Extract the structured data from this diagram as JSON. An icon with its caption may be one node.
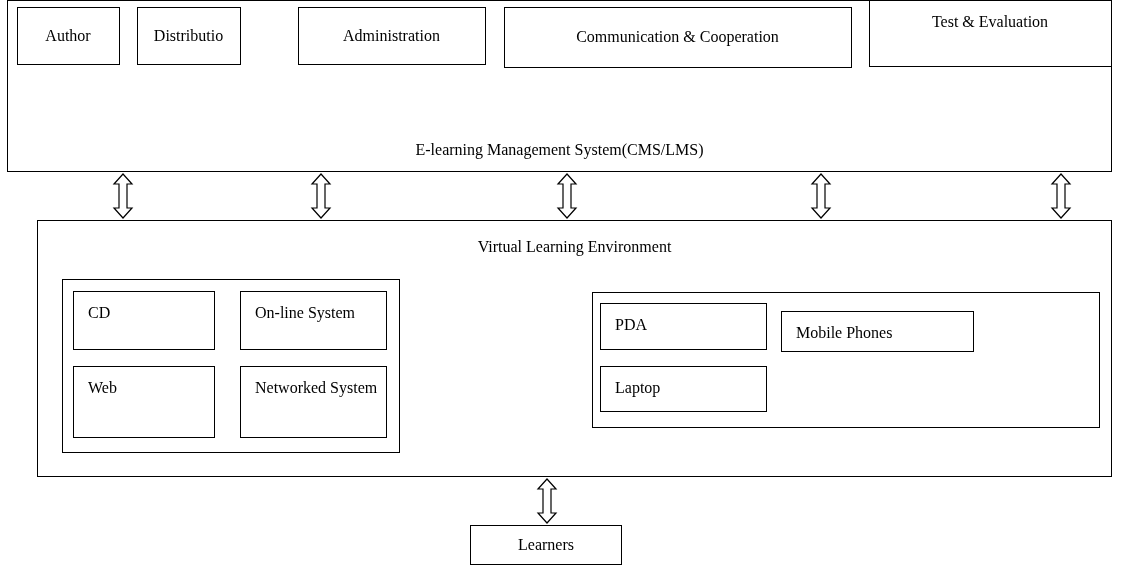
{
  "diagram": {
    "nodes": [
      {
        "text": [
          "E-learning Management System(CMS/LMS)"
        ]
      },
      {
        "text": [
          "Author"
        ],
        "in": 0
      },
      {
        "text": [
          "Distributio"
        ],
        "in": 0
      },
      {
        "text": [
          "Administration"
        ],
        "in": 0
      },
      {
        "text": [
          "Communication & Cooperation"
        ],
        "in": 0
      },
      {
        "text": [
          "Test & Evaluation"
        ],
        "in": 0
      },
      {
        "text": [
          "Virtual Learning Environment"
        ]
      },
      {
        "text": [],
        "shape": "box",
        "in": 6
      },
      {
        "text": [
          "CD"
        ],
        "in": 7
      },
      {
        "text": [
          "On-line System"
        ],
        "in": 7
      },
      {
        "text": [
          "Web"
        ],
        "in": 7
      },
      {
        "text": [
          "Networked System"
        ],
        "in": 7
      },
      {
        "text": [],
        "shape": "box",
        "in": 6
      },
      {
        "text": [
          "PDA"
        ],
        "in": 12
      },
      {
        "text": [
          "Mobile Phones"
        ],
        "in": 12
      },
      {
        "text": [
          "Laptop"
        ],
        "in": 12
      },
      {
        "text": [
          "Learners"
        ]
      }
    ],
    "edges": [
      {
        "from": 0,
        "to": 6,
        "arrow": "both"
      },
      {
        "from": 0,
        "to": 6,
        "arrow": "both"
      },
      {
        "from": 0,
        "to": 6,
        "arrow": "both"
      },
      {
        "from": 0,
        "to": 6,
        "arrow": "both"
      },
      {
        "from": 0,
        "to": 6,
        "arrow": "both"
      },
      {
        "from": 6,
        "to": 16,
        "arrow": "both"
      }
    ]
  }
}
